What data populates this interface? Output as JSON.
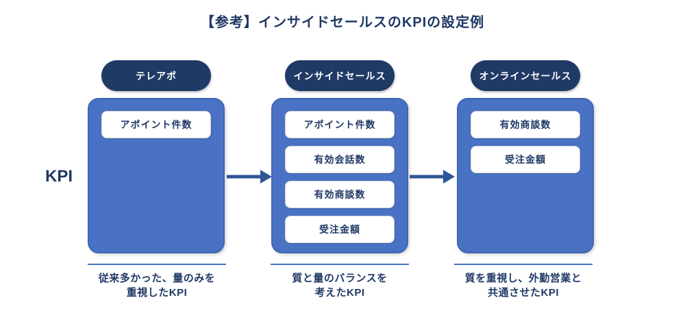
{
  "title": "【参考】インサイドセールスのKPIの設定例",
  "kpi_axis_label": "KPI",
  "colors": {
    "navy_text": "#1F3864",
    "pill_background": "#203A66",
    "container_fill": "#4A72C4",
    "container_border": "#3F66B5",
    "arrow": "#2E5597",
    "caption_underline": "#4472C4"
  },
  "columns": [
    {
      "header": "テレアポ",
      "kpis": [
        "アポイント件数"
      ],
      "caption": [
        "従来多かった、量のみを",
        "重視したKPI"
      ]
    },
    {
      "header": "インサイドセールス",
      "kpis": [
        "アポイント件数",
        "有効会話数",
        "有効商談数",
        "受注金額"
      ],
      "caption": [
        "質と量のバランスを",
        "考えたKPI"
      ]
    },
    {
      "header": "オンラインセールス",
      "kpis": [
        "有効商談数",
        "受注金額"
      ],
      "caption": [
        "質を重視し、外勤営業と",
        "共通させたKPI"
      ]
    }
  ]
}
